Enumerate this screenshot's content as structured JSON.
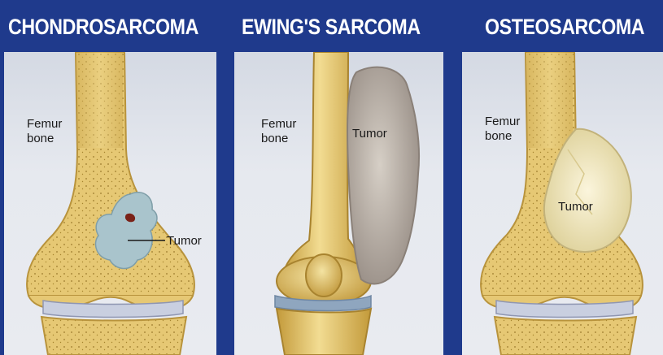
{
  "panels": [
    {
      "title": "CHONDROSARCOMA",
      "bone_label_line1": "Femur",
      "bone_label_line2": "bone",
      "tumor_label": "Tumor"
    },
    {
      "title": "EWING'S SARCOMA",
      "bone_label_line1": "Femur",
      "bone_label_line2": "bone",
      "tumor_label": "Tumor"
    },
    {
      "title": "OSTEOSARCOMA",
      "bone_label_line1": "Femur",
      "bone_label_line2": "bone",
      "tumor_label": "Tumor"
    }
  ],
  "colors": {
    "background": "#1f3a8c",
    "bone": "#e2c26a",
    "bone_highlight": "#f1dc94",
    "cartilage": "#b9c3da",
    "chondro_tumor": "#a9c4cc",
    "ewing_tumor": "#b3aba3",
    "osteo_tumor": "#f3eac6"
  }
}
